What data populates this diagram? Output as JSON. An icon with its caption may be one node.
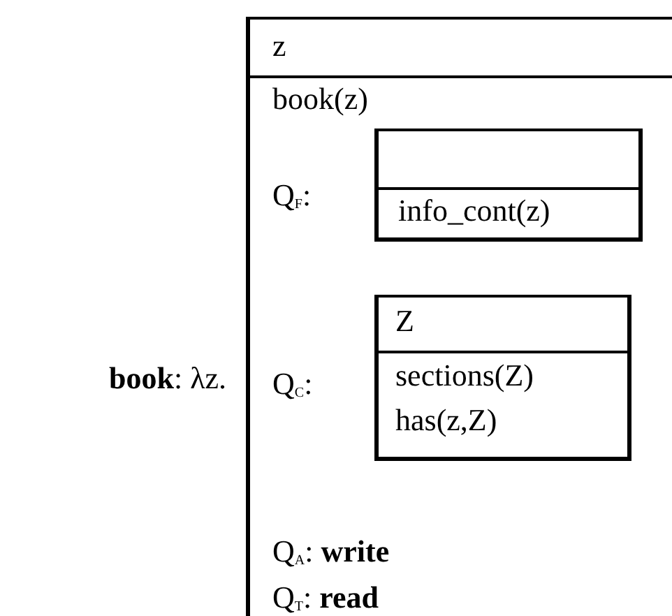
{
  "diagram": {
    "nodes": [
      {
        "text": [
          "z",
          "book(z)",
          "Q$_{F}$:",
          "Q$_{C}$:",
          "Q$_{A}$: **write**",
          "Q$_{T}$: **read**"
        ]
      },
      {
        "text": [
          "info_cont(z)"
        ],
        "in": 0
      },
      {
        "text": [
          "Z",
          "sections(Z)",
          "has(z,Z)"
        ],
        "in": 0
      }
    ],
    "edges": [],
    "labels": [
      "**book**: λz."
    ]
  }
}
